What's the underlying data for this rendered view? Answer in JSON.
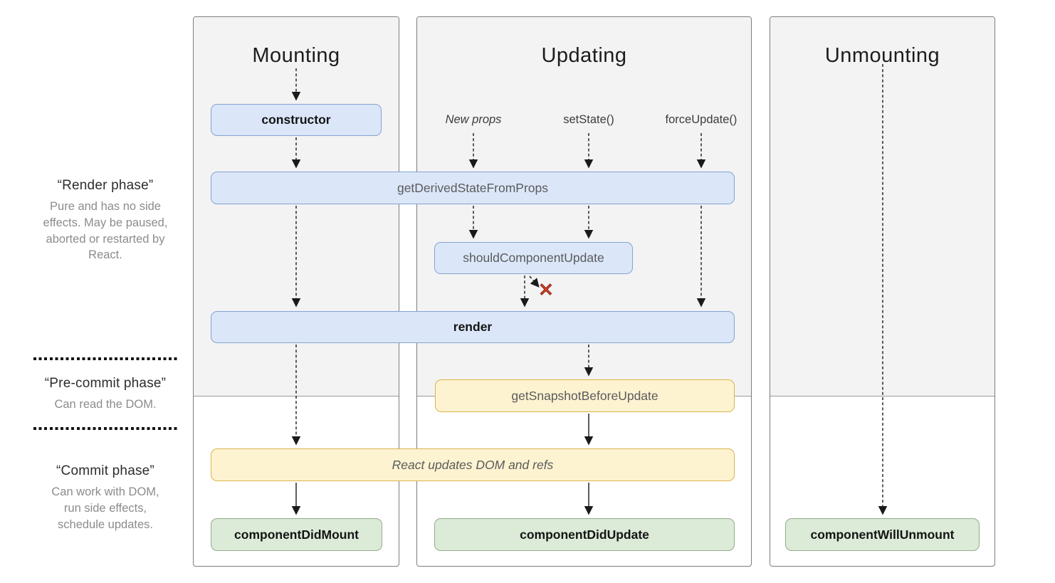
{
  "diagram": {
    "columns": [
      {
        "title": "Mounting"
      },
      {
        "title": "Updating"
      },
      {
        "title": "Unmounting"
      }
    ],
    "phases": {
      "render": {
        "title": "“Render phase”",
        "description": "Pure and has no side\neffects. May be paused,\naborted or restarted by\nReact."
      },
      "pre_commit": {
        "title": "“Pre-commit phase”",
        "description": "Can read the DOM."
      },
      "commit": {
        "title": "“Commit phase”",
        "description": "Can work with DOM,\nrun side effects,\nschedule updates."
      }
    },
    "triggers": {
      "new_props": "New props",
      "set_state": "setState()",
      "force_update": "forceUpdate()"
    },
    "boxes": {
      "constructor": "constructor",
      "get_derived_state_from_props": "getDerivedStateFromProps",
      "should_component_update": "shouldComponentUpdate",
      "render": "render",
      "get_snapshot_before_update": "getSnapshotBeforeUpdate",
      "react_updates_dom": "React updates DOM and refs",
      "component_did_mount": "componentDidMount",
      "component_did_update": "componentDidUpdate",
      "component_will_unmount": "componentWillUnmount"
    },
    "icons": {
      "skip_render_x": "✕"
    },
    "colors": {
      "box_blue_bg": "#dbe7f9",
      "box_blue_border": "#84a3d4",
      "box_yellow_bg": "#fdf3d1",
      "box_yellow_border": "#d9b44a",
      "box_green_bg": "#dcead8",
      "box_green_border": "#92ad8b",
      "panel_bg": "#f3f3f3",
      "panel_border": "#7d7d7d",
      "x_red": "#e0472c"
    }
  }
}
